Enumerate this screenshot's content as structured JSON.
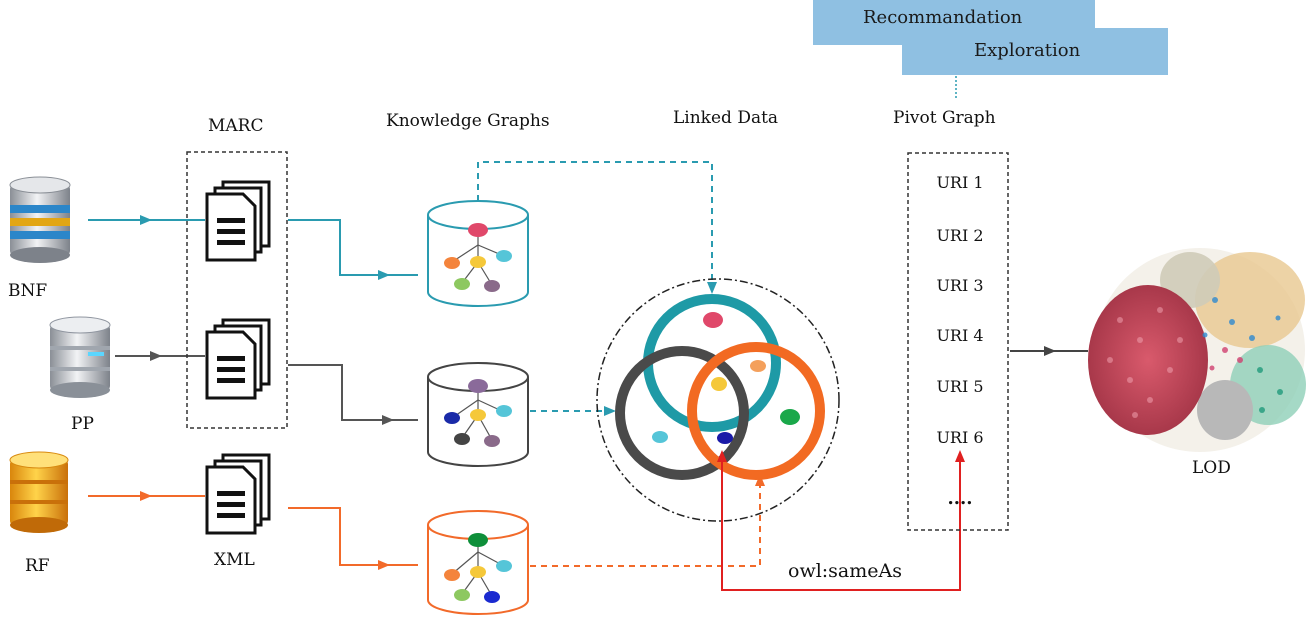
{
  "banners": {
    "recommendation": "Recommandation",
    "exploration": "Exploration"
  },
  "labels": {
    "marc": "MARC",
    "xml": "XML",
    "knowledge_graphs": "Knowledge Graphs",
    "linked_data": "Linked Data",
    "pivot_graph": "Pivot Graph",
    "lod": "LOD",
    "owl_sameas": "owl:sameAs"
  },
  "sources": [
    "BNF",
    "PP",
    "RF"
  ],
  "pivot_uris": [
    "URI 1",
    "URI 2",
    "URI 3",
    "URI 4",
    "URI 5",
    "URI 6",
    "...."
  ],
  "colors": {
    "bnf": "#2a9bb0",
    "pp": "#555555",
    "rf": "#f26a2a",
    "sameas": "#e02020",
    "banner": "#8fc0e2",
    "ring_teal": "#1e9aa6",
    "ring_dark": "#4a4a4a",
    "ring_orange": "#f26a22"
  },
  "icons": {
    "database": "database-icon",
    "document_stack": "document-stack-icon",
    "graph_cylinder": "graph-cylinder-icon",
    "lod_cloud": "lod-cloud-icon"
  }
}
